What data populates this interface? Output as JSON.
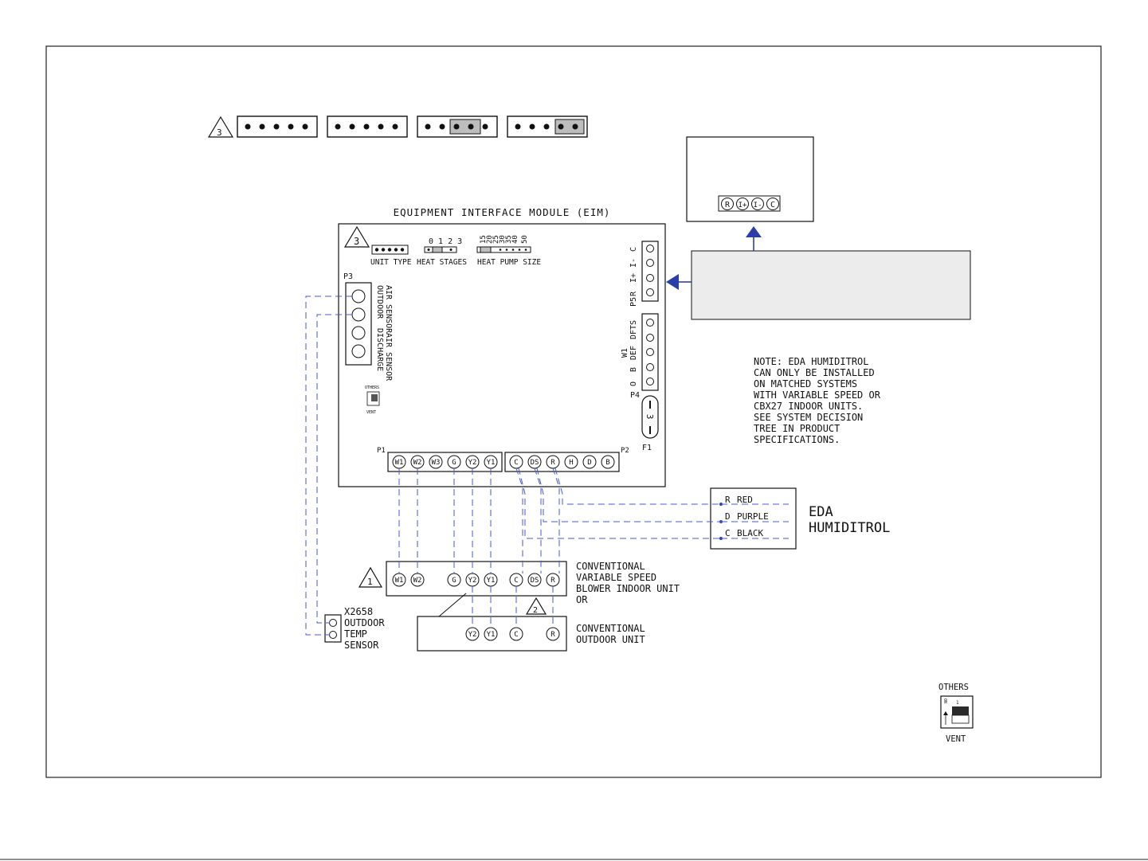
{
  "eim": {
    "title": "EQUIPMENT INTERFACE MODULE (EIM)",
    "unit_type_label": "UNIT TYPE",
    "heat_stages_label": "HEAT STAGES",
    "heat_stages_numbers": "0 1 2 3",
    "heat_pump_size_label": "HEAT PUMP SIZE",
    "heat_pump_sizes": [
      "15",
      "20",
      "25",
      "30",
      "35",
      "40",
      "50"
    ],
    "p3_label": "P3",
    "p3_sensor_labels": [
      "OUTDOOR",
      "AIR SENSOR",
      "DISCHARGE",
      "AIR SENSOR"
    ],
    "p5_label": "P5",
    "p5_pins": [
      "R",
      "I+",
      "I-",
      "C"
    ],
    "w1_label": "W1",
    "p4_label": "P4",
    "p4_pins": [
      "O",
      "B",
      "DEF",
      "DFTS"
    ],
    "fuse_label": "F1",
    "fuse_value": "3",
    "p1_label": "P1",
    "p1_terminals": [
      "W1",
      "W2",
      "W3",
      "G",
      "Y2",
      "Y1"
    ],
    "p2_label": "P2",
    "p2_terminals": [
      "C",
      "DS",
      "R",
      "H",
      "D",
      "B"
    ],
    "switch_top": "OTHERS",
    "switch_bottom": "VENT"
  },
  "jumpers": {
    "warning_number": "3"
  },
  "thermostat_terminals": [
    "R",
    "I+",
    "I-",
    "C"
  ],
  "edabox": {
    "lines": [
      {
        "pin": "R",
        "color": "RED"
      },
      {
        "pin": "D",
        "color": "PURPLE"
      },
      {
        "pin": "C",
        "color": "BLACK"
      }
    ],
    "title_line1": "EDA",
    "title_line2": "HUMIDITROL"
  },
  "note": {
    "lines": [
      "NOTE: EDA HUMIDITROL",
      "CAN ONLY BE INSTALLED",
      "ON MATCHED SYSTEMS",
      "WITH VARIABLE SPEED OR",
      "CBX27 INDOOR UNITS.",
      "SEE SYSTEM DECISION",
      "TREE IN PRODUCT",
      "SPECIFICATIONS."
    ]
  },
  "indoor_unit": {
    "warning_number": "1",
    "terminals": [
      "W1",
      "W2",
      "G",
      "Y2",
      "Y1",
      "C",
      "DS",
      "R"
    ],
    "label_lines": [
      "CONVENTIONAL",
      "VARIABLE SPEED",
      "BLOWER INDOOR UNIT",
      "OR"
    ]
  },
  "outdoor_unit": {
    "warning_number": "2",
    "terminals": [
      "Y2",
      "Y1",
      "C",
      "R"
    ],
    "label_lines": [
      "CONVENTIONAL",
      "OUTDOOR UNIT"
    ]
  },
  "sensor": {
    "label_lines": [
      "X2658",
      "OUTDOOR",
      "TEMP",
      "SENSOR"
    ]
  },
  "dip_switch_legend": {
    "top": "OTHERS",
    "bottom": "VENT",
    "on": "ON",
    "position": "1"
  },
  "colors": {
    "arrow": "#2b3fa8",
    "wire_dash": "#4a5ad0",
    "ink": "#111111",
    "panel": "#ececec"
  }
}
